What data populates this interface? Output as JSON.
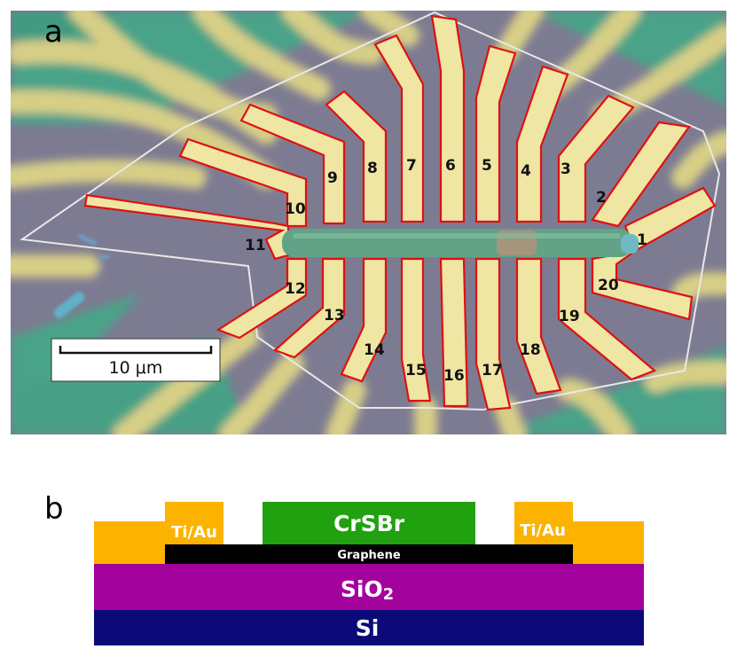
{
  "panel_a": {
    "letter": "a",
    "scale_bar": {
      "label": "10 μm"
    },
    "electrode_labels": [
      "1",
      "2",
      "3",
      "4",
      "5",
      "6",
      "7",
      "8",
      "9",
      "10",
      "11",
      "12",
      "13",
      "14",
      "15",
      "16",
      "17",
      "18",
      "19",
      "20"
    ],
    "colors": {
      "electrode_outline": "#e01010",
      "flake_outline": "#e6e6e6",
      "electrode_fill": "#efe6a4",
      "substrate": "#7a7890",
      "flake": "#5f9e86"
    }
  },
  "panel_b": {
    "letter": "b",
    "layers": {
      "crsbr": {
        "label": "CrSBr",
        "color": "#21a10f"
      },
      "contact_left": {
        "label": "Ti/Au",
        "color": "#fcb300"
      },
      "contact_right": {
        "label": "Ti/Au",
        "color": "#fcb300"
      },
      "graphene": {
        "label": "Graphene",
        "color": "#000000"
      },
      "sio2": {
        "label": "SiO",
        "subscript": "2",
        "color": "#a3039c"
      },
      "si": {
        "label": "Si",
        "color": "#0c0a78"
      }
    }
  }
}
